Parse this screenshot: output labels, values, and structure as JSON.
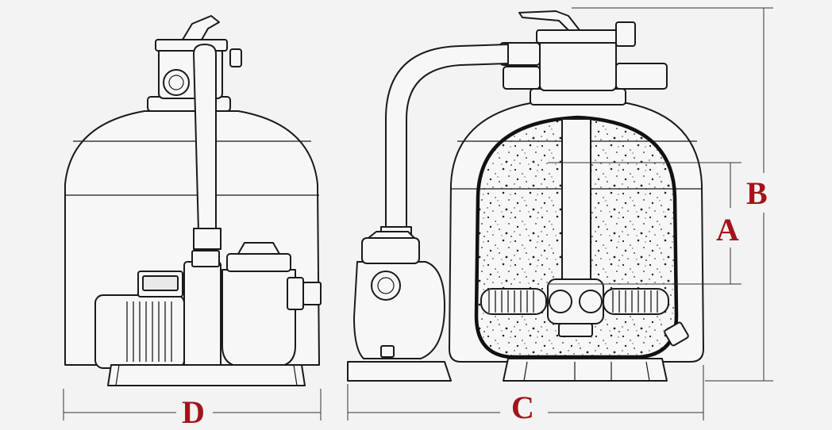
{
  "labels": {
    "a": "A",
    "b": "B",
    "c": "C",
    "d": "D"
  },
  "colors": {
    "label": "#a3141a",
    "line": "#1a1a1a",
    "background": "#f3f3f3"
  }
}
